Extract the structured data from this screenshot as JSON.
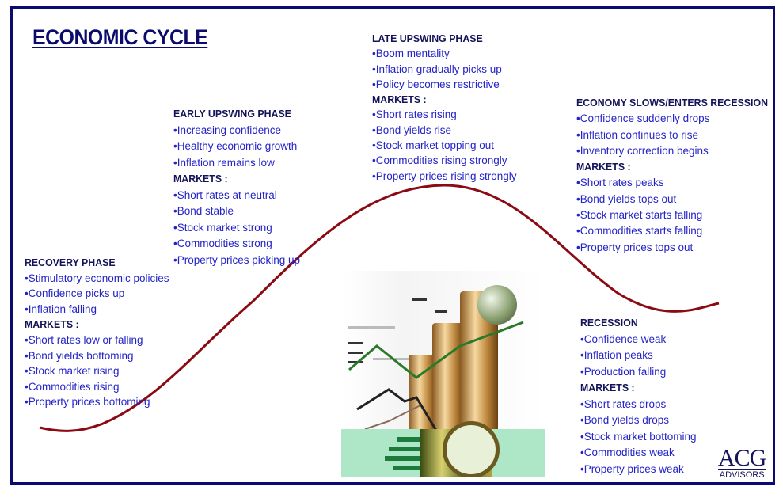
{
  "title": "ECONOMIC CYCLE",
  "phases": [
    {
      "id": "recovery",
      "heading": "RECOVERY PHASE",
      "bullets": [
        "•Stimulatory economic policies",
        "•Confidence picks up",
        "•Inflation falling"
      ],
      "markets_label": "MARKETS :",
      "markets": [
        "•Short rates low or falling",
        "•Bond yields bottoming",
        "•Stock market rising",
        "•Commodities rising",
        "•Property prices bottoming"
      ]
    },
    {
      "id": "early-upswing",
      "heading": "EARLY UPSWING PHASE",
      "bullets": [
        "•Increasing confidence",
        "•Healthy economic growth",
        "•Inflation remains low"
      ],
      "markets_label": "MARKETS :",
      "markets": [
        "•Short rates at neutral",
        "•Bond stable",
        "•Stock market strong",
        "•Commodities strong",
        "•Property prices picking up"
      ]
    },
    {
      "id": "late-upswing",
      "heading": "LATE UPSWING PHASE",
      "bullets": [
        "•Boom mentality",
        "•Inflation gradually picks up",
        "•Policy becomes restrictive"
      ],
      "markets_label": "MARKETS :",
      "markets": [
        "•Short rates rising",
        "•Bond yields rise",
        "•Stock market topping out",
        "•Commodities rising strongly",
        "•Property prices rising strongly"
      ]
    },
    {
      "id": "slowdown",
      "heading": "ECONOMY SLOWS/ENTERS RECESSION",
      "bullets": [
        "•Confidence suddenly drops",
        "•Inflation continues to rise",
        "•Inventory correction begins"
      ],
      "markets_label": "MARKETS :",
      "markets": [
        "•Short rates peaks",
        "•Bond yields tops out",
        "•Stock market starts falling",
        "•Commodities starts falling",
        "•Property prices tops out"
      ]
    },
    {
      "id": "recession",
      "heading": "RECESSION",
      "bullets": [
        "•Confidence weak",
        "•Inflation peaks",
        "•Production falling"
      ],
      "markets_label": "MARKETS :",
      "markets": [
        "•Short rates drops",
        "•Bond yields drops",
        "•Stock market bottoming",
        "•Commodities weak",
        "•Property prices weak"
      ]
    }
  ],
  "logo": {
    "main": "ACG",
    "sub": "ADVISORS"
  },
  "colors": {
    "frame": "#0b0b6e",
    "curve": "#8b0a14",
    "heading": "#14145a",
    "bullet": "#2323c8"
  }
}
